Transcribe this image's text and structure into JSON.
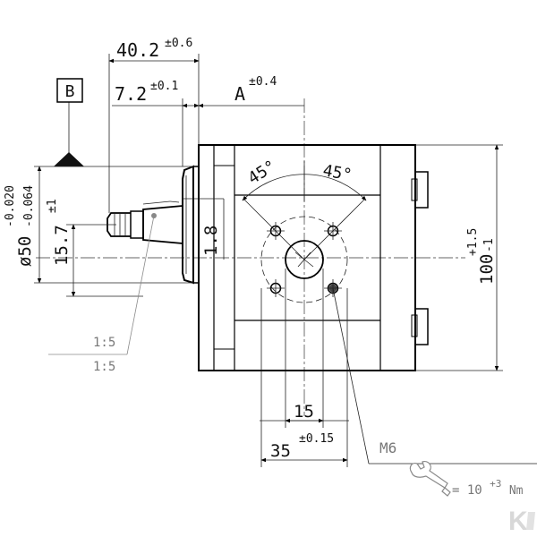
{
  "datum": {
    "letter": "B"
  },
  "dims": {
    "overall_len": {
      "value": "40.2",
      "tol": "±0.6"
    },
    "shaft_len": {
      "value": "7.2",
      "tol": "±0.1"
    },
    "flange_a": {
      "value": "A",
      "tol": "±0.4"
    },
    "pilot_dia": {
      "value": "ø50",
      "tol_upper": "-0.020",
      "tol_lower": "-0.064"
    },
    "shaft_off": {
      "value": "15.7",
      "tol": "±1"
    },
    "flange_t": {
      "value": "1.8"
    },
    "height": {
      "value": "100",
      "tol_upper": "+1.5",
      "tol_lower": "-1"
    },
    "angle_left": {
      "value": "45°"
    },
    "angle_right": {
      "value": "45°"
    },
    "port_inner": {
      "value": "15"
    },
    "port_outer": {
      "value": "35",
      "tol": "±0.15"
    },
    "thread": {
      "value": "M6"
    },
    "taper1": {
      "value": "1:5"
    },
    "taper2": {
      "value": "1:5"
    }
  },
  "torque": {
    "base": "= 10",
    "sup": "+3",
    "unit": "Nm",
    "icon": "wrench-icon"
  },
  "logo": {
    "letter": "K",
    "color": "#d8d8d8"
  },
  "colors": {
    "line": "#000000",
    "leader_grey": "#8a8a8a",
    "background": "#ffffff"
  }
}
